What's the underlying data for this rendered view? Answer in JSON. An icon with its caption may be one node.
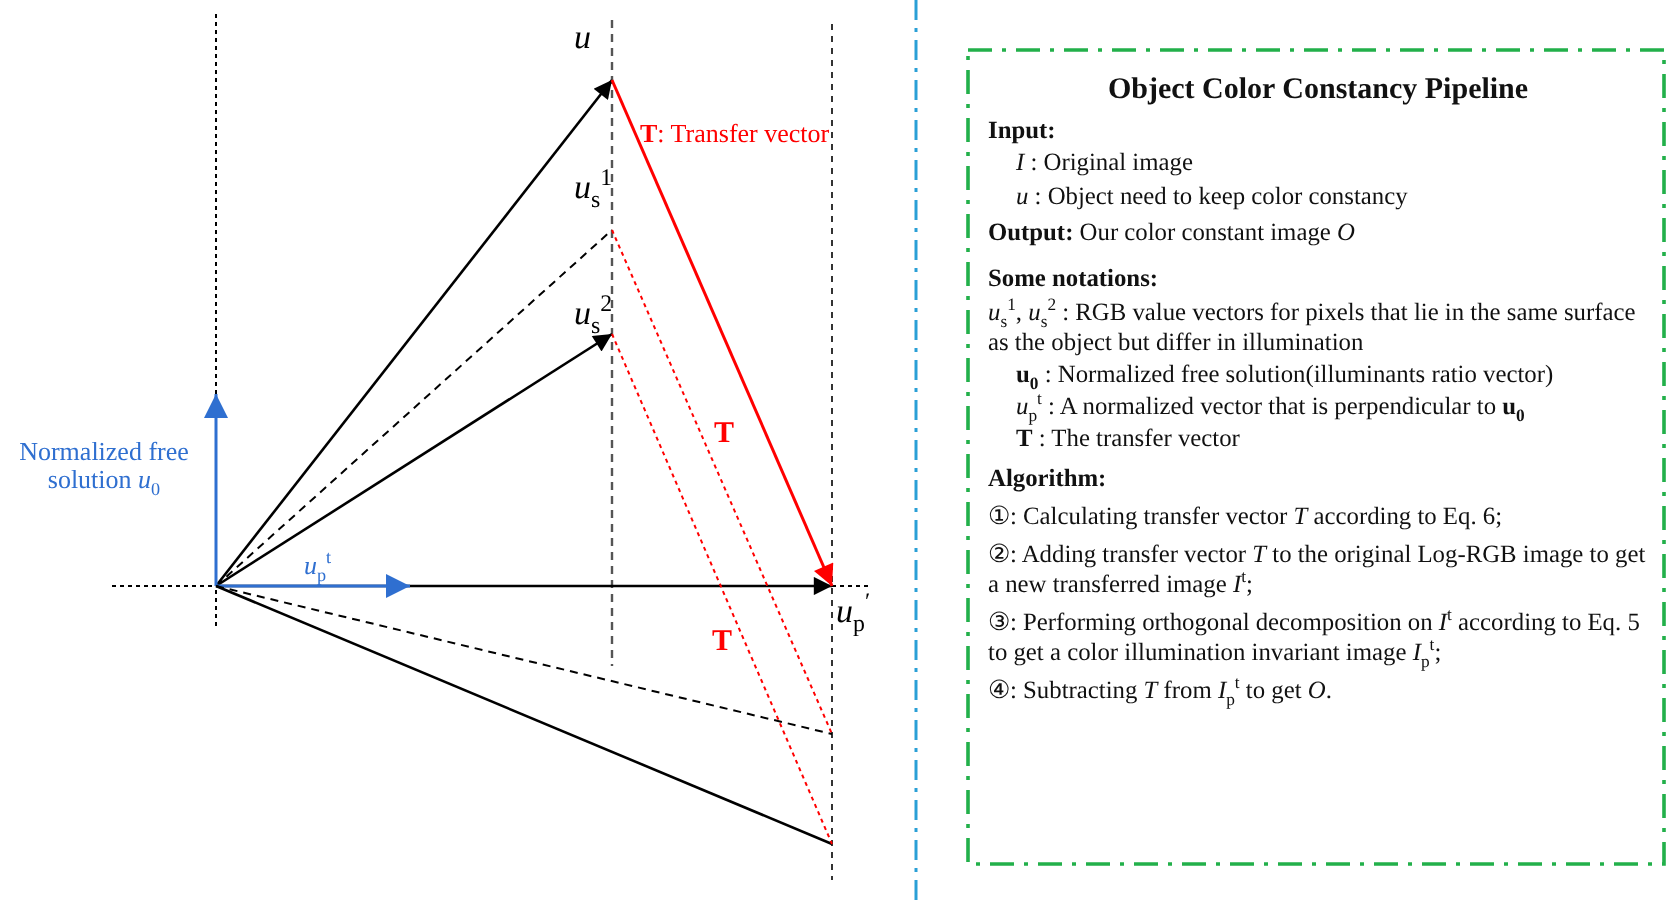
{
  "diagram": {
    "nodes": [
      {
        "text": [
          "Object Color Constancy Pipeline",
          "Input:",
          "*I* : Original image",
          "*u* : Object need to keep color constancy",
          "**Output:** Our color constant image *O*",
          "Some notations:",
          "*u*$_{s}$$^{1}$, *u*$_{s}$$^{2}$ : RGB value vectors for pixels that lie in the same surface as the object but differ in illumination",
          "**u$_{0}$** : Normalized free solution(illuminants ratio vector)",
          "*u*$_{p}$$^{t}$ : A normalized vector that is perpendicular to **u$_{0}$**",
          "**T** : The transfer vector",
          "Algorithm:",
          "①: Calculating transfer vector *T* according to Eq. 6;",
          "②: Adding transfer vector *T* to the original Log-RGB image to get a new transferred image *I*$^{t}$;",
          "③: Performing orthogonal decomposition on *I*$^{t}$ according to Eq. 5 to get a color illumination invariant image *I*$_{p}$$^{t}$;",
          "④: Subtracting *T* from *I*$_{p}$$^{t}$ to get *O*."
        ]
      }
    ],
    "labels": [
      "*u*",
      "**T**: Transfer vector",
      "*u*$_{s}$$^{1}$",
      "*u*$_{s}$$^{2}$",
      "**T**",
      "Normalized free solution *u*$_{0}$",
      "*u*$_{p}$$^{t}$",
      "*u*$_{p}$$^{′}$",
      "**T**"
    ]
  }
}
